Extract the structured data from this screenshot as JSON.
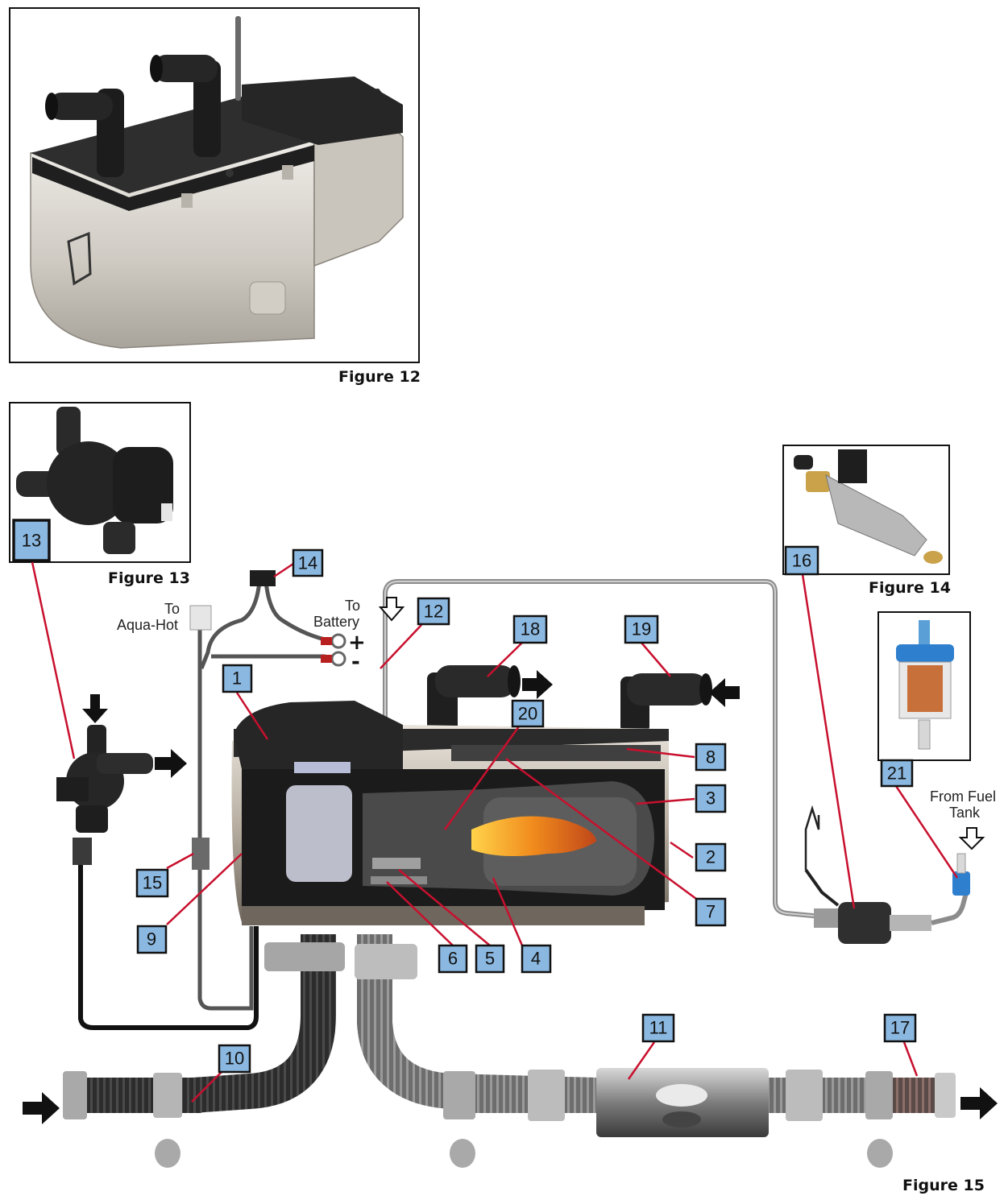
{
  "figures": {
    "fig12": {
      "caption": "Figure 12"
    },
    "fig13": {
      "caption": "Figure 13"
    },
    "fig14": {
      "caption": "Figure 14"
    },
    "fig15": {
      "caption": "Figure 15"
    }
  },
  "labels": {
    "to_aqua_hot_line1": "To",
    "to_aqua_hot_line2": "Aqua-Hot",
    "to_battery_line1": "To",
    "to_battery_line2": "Battery",
    "from_fuel_tank_line1": "From Fuel",
    "from_fuel_tank_line2": "Tank",
    "plus": "+",
    "minus": "-"
  },
  "callouts": [
    {
      "id": "c1",
      "num": "1"
    },
    {
      "id": "c2",
      "num": "2"
    },
    {
      "id": "c3",
      "num": "3"
    },
    {
      "id": "c4",
      "num": "4"
    },
    {
      "id": "c5",
      "num": "5"
    },
    {
      "id": "c6",
      "num": "6"
    },
    {
      "id": "c7",
      "num": "7"
    },
    {
      "id": "c8",
      "num": "8"
    },
    {
      "id": "c9",
      "num": "9"
    },
    {
      "id": "c10",
      "num": "10"
    },
    {
      "id": "c11",
      "num": "11"
    },
    {
      "id": "c12",
      "num": "12"
    },
    {
      "id": "c13",
      "num": "13"
    },
    {
      "id": "c14",
      "num": "14"
    },
    {
      "id": "c15",
      "num": "15"
    },
    {
      "id": "c16",
      "num": "16"
    },
    {
      "id": "c17",
      "num": "17"
    },
    {
      "id": "c18",
      "num": "18"
    },
    {
      "id": "c19",
      "num": "19"
    },
    {
      "id": "c20",
      "num": "20"
    },
    {
      "id": "c21",
      "num": "21"
    }
  ],
  "colors": {
    "callout_fill": "#8bb8e0",
    "leader_line": "#c8102e",
    "heater_body": "#d9d6d0",
    "heater_top": "#2b2b2b",
    "hose_black": "#2a2a2a",
    "hose_grey": "#7a7a7a",
    "flame": "#f08a1c"
  }
}
